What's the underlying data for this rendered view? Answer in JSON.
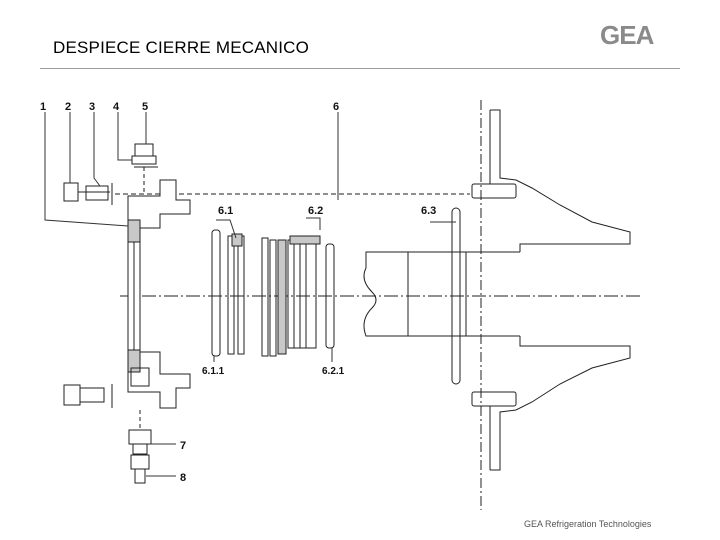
{
  "header": {
    "title": "DESPIECE CIERRE MECANICO",
    "logo_text": "GEA"
  },
  "footer": {
    "text": "GEA Refrigeration Technologies"
  },
  "callouts": {
    "c1": "1",
    "c2": "2",
    "c3": "3",
    "c4": "4",
    "c5": "5",
    "c6": "6",
    "c6_1": "6.1",
    "c6_2": "6.2",
    "c6_3": "6.3",
    "c6_1_1": "6.1.1",
    "c6_2_1": "6.2.1",
    "c7": "7",
    "c8": "8"
  },
  "colors": {
    "line": "#222222",
    "fill_gray": "#c8c8c8",
    "logo_gray": "#8a8a8a",
    "rule_gray": "#9a9a9a"
  }
}
